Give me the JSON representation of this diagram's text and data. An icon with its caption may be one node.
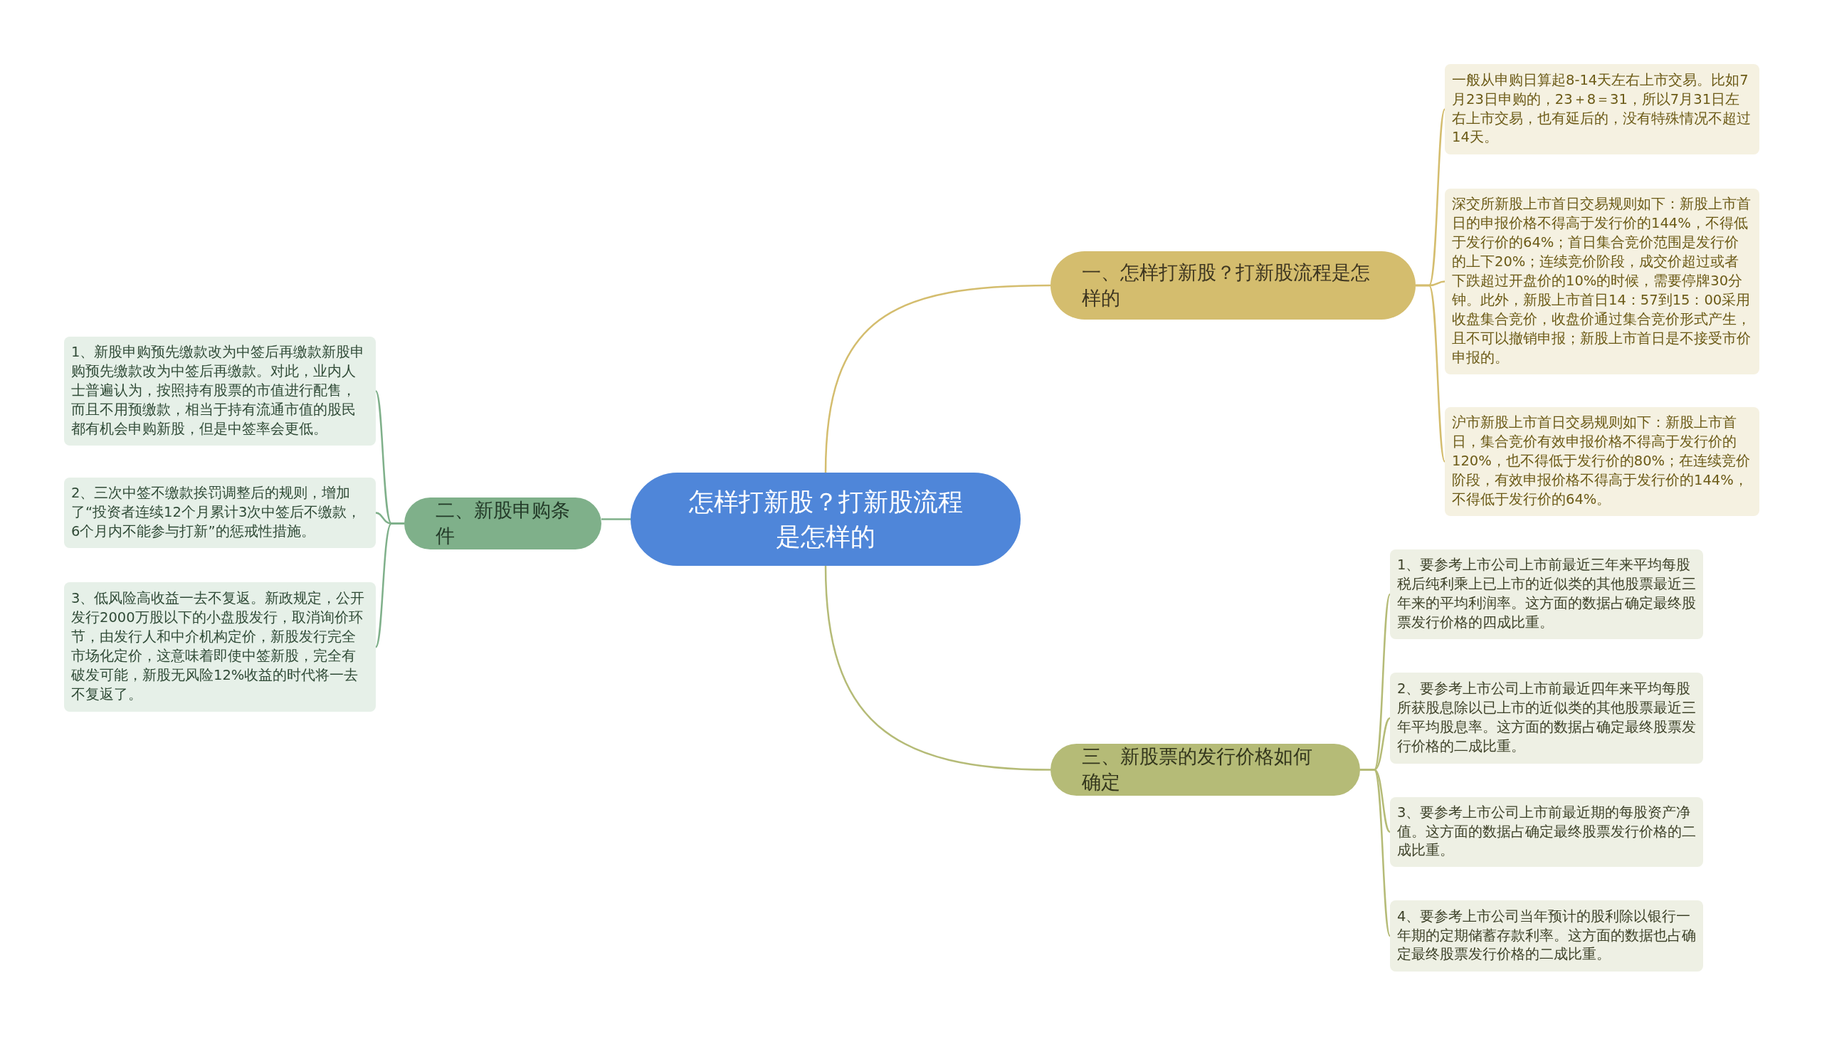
{
  "diagram": {
    "nodes": [
      {
        "text": [
          "怎样打新股？打新股流程是怎样的"
        ]
      },
      {
        "text": [
          "一、怎样打新股？打新股流程是怎样的"
        ]
      },
      {
        "text": [
          "一般从申购日算起8-14天左右上市交易。比如7月23日申购的，23＋8＝31，所以7月31日左右上市交易，也有延后的，没有特殊情况不超过14天。"
        ]
      },
      {
        "text": [
          "深交所新股上市首日交易规则如下：新股上市首日的申报价格不得高于发行价的144%，不得低于发行价的64%；首日集合竞价范围是发行价的上下20%；连续竞价阶段，成交价超过或者下跌超过开盘价的10%的时候，需要停牌30分钟。此外，新股上市首日14：57到15：00采用收盘集合竞价，收盘价通过集合竞价形式产生，且不可以撤销申报；新股上市首日是不接受市价申报的。"
        ]
      },
      {
        "text": [
          "沪市新股上市首日交易规则如下：新股上市首日，集合竞价有效申报价格不得高于发行价的120%，也不得低于发行价的80%；在连续竞价阶段，有效申报价格不得高于发行价的144%，不得低于发行价的64%。"
        ]
      },
      {
        "text": [
          "二、新股申购条件"
        ]
      },
      {
        "text": [
          "1、新股申购预先缴款改为中签后再缴款新股申购预先缴款改为中签后再缴款。对此，业内人士普遍认为，按照持有股票的市值进行配售，而且不用预缴款，相当于持有流通市值的股民都有机会申购新股，但是中签率会更低。"
        ]
      },
      {
        "text": [
          "2、三次中签不缴款挨罚调整后的规则，增加了“投资者连续12个月累计3次中签后不缴款，6个月内不能参与打新”的惩戒性措施。"
        ]
      },
      {
        "text": [
          "3、低风险高收益一去不复返。新政规定，公开发行2000万股以下的小盘股发行，取消询价环节，由发行人和中介机构定价，新股发行完全市场化定价，这意味着即使中签新股，完全有破发可能，新股无风险12%收益的时代将一去不复返了。"
        ]
      },
      {
        "text": [
          "三、新股票的发行价格如何确定"
        ]
      },
      {
        "text": [
          "1、要参考上市公司上市前最近三年来平均每股税后纯利乘上已上市的近似类的其他股票最近三年来的平均利润率。这方面的数据占确定最终股票发行价格的四成比重。"
        ]
      },
      {
        "text": [
          "2、要参考上市公司上市前最近四年来平均每股所获股息除以已上市的近似类的其他股票最近三年平均股息率。这方面的数据占确定最终股票发行价格的二成比重。"
        ]
      },
      {
        "text": [
          "3、要参考上市公司上市前最近期的每股资产净值。这方面的数据占确定最终股票发行价格的二成比重。"
        ]
      },
      {
        "text": [
          "4、要参考上市公司当年预计的股利除以银行一年期的定期储蓄存款利率。这方面的数据也占确定最终股票发行价格的二成比重。"
        ]
      }
    ],
    "edges": [
      {
        "from": 0,
        "to": 1,
        "arrow": "none",
        "color": "#d4bd6e"
      },
      {
        "from": 1,
        "to": 2,
        "arrow": "none",
        "color": "#d4bd6e"
      },
      {
        "from": 1,
        "to": 3,
        "arrow": "none",
        "color": "#d4bd6e"
      },
      {
        "from": 1,
        "to": 4,
        "arrow": "none",
        "color": "#d4bd6e"
      },
      {
        "from": 0,
        "to": 5,
        "arrow": "none",
        "color": "#7fb08a"
      },
      {
        "from": 5,
        "to": 6,
        "arrow": "none",
        "color": "#7fb08a"
      },
      {
        "from": 5,
        "to": 7,
        "arrow": "none",
        "color": "#7fb08a"
      },
      {
        "from": 5,
        "to": 8,
        "arrow": "none",
        "color": "#7fb08a"
      },
      {
        "from": 0,
        "to": 9,
        "arrow": "none",
        "color": "#b5bb77"
      },
      {
        "from": 9,
        "to": 10,
        "arrow": "none",
        "color": "#b5bb77"
      },
      {
        "from": 9,
        "to": 11,
        "arrow": "none",
        "color": "#b5bb77"
      },
      {
        "from": 9,
        "to": 12,
        "arrow": "none",
        "color": "#b5bb77"
      },
      {
        "from": 9,
        "to": 13,
        "arrow": "none",
        "color": "#b5bb77"
      }
    ]
  }
}
